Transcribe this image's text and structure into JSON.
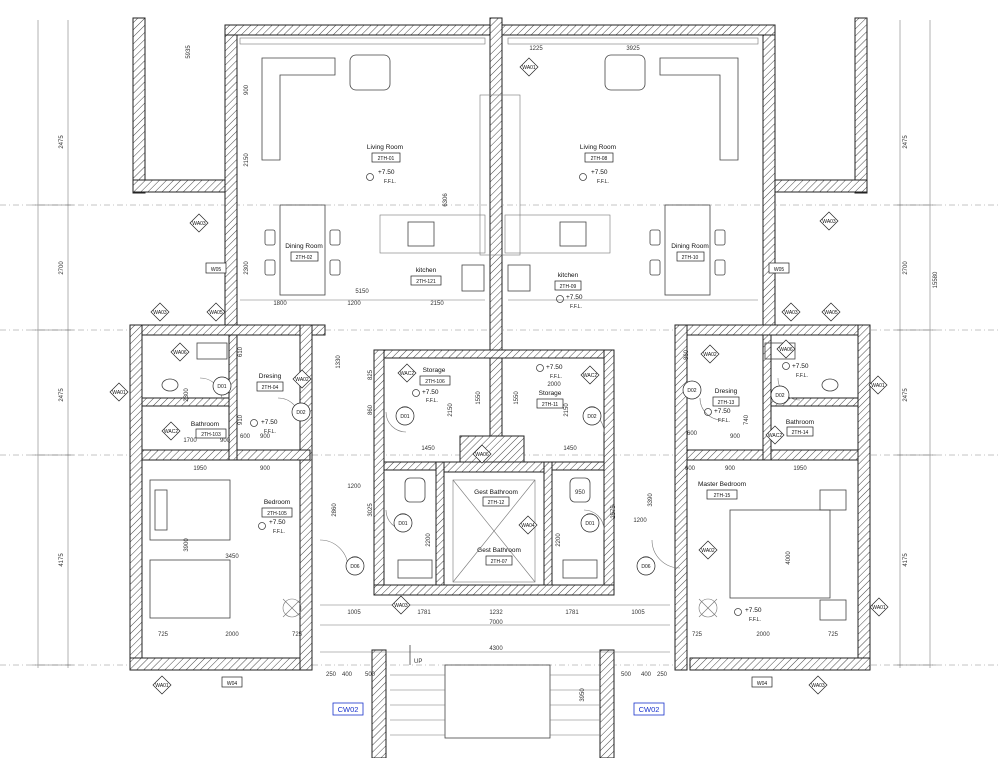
{
  "rooms": {
    "living_left": {
      "name": "Living Room",
      "code": "2TH-01",
      "level": "+7.50",
      "ffl": "F.F.L."
    },
    "living_right": {
      "name": "Living Room",
      "code": "2TH-08",
      "level": "+7.50",
      "ffl": "F.F.L."
    },
    "dining_left": {
      "name": "Dining Room",
      "code": "2TH-02"
    },
    "dining_right": {
      "name": "Dining Room",
      "code": "2TH-10"
    },
    "kitchen_left": {
      "name": "kitchen",
      "code": "2TH-121"
    },
    "kitchen_right": {
      "name": "kitchen",
      "code": "2TH-09",
      "level": "+7.50",
      "ffl": "F.F.L."
    },
    "storage_left": {
      "name": "Storage",
      "code": "2TH-106",
      "level": "+7.50",
      "ffl": "F.F.L."
    },
    "storage_right": {
      "name": "Storage",
      "code": "2TH-11",
      "level": "+7.50",
      "ffl": "F.F.L."
    },
    "dressing_left": {
      "name": "Dresing",
      "code": "2TH-04",
      "level": "+7.50",
      "ffl": "F.F.L."
    },
    "dressing_right": {
      "name": "Dresing",
      "code": "2TH-13",
      "level": "+7.50",
      "ffl": "F.F.L."
    },
    "bath_left": {
      "name": "Bathroom",
      "code": "2TH-103"
    },
    "bath_right": {
      "name": "Bathroom",
      "code": "2TH-14",
      "level": "+7.50",
      "ffl": "F.F.L."
    },
    "bedroom_left": {
      "name": "Bedroom",
      "code": "2TH-105",
      "level": "+7.50",
      "ffl": "F.F.L."
    },
    "bedroom_right": {
      "name": "Master Bedroom",
      "code": "2TH-15",
      "level": "+7.50",
      "ffl": "F.F.L."
    },
    "guest_bath_top": {
      "name": "Gest Bathroom",
      "code": "2TH-12"
    },
    "guest_bath_bottom": {
      "name": "Gest Bathroom",
      "code": "2TH-07"
    }
  },
  "tags": {
    "wa01": "WA01",
    "wa02": "WA02",
    "wa03": "WA03",
    "wa04": "WA04",
    "wa05": "WA05",
    "wa06": "WA06",
    "wac1": "WAC1",
    "wac2": "WAC2",
    "w05": "W05",
    "w04": "W04",
    "cw02": "CW02",
    "w": "W",
    "d01": "D01",
    "d02": "D02",
    "d06": "D06",
    "up": "UP"
  },
  "dims": {
    "d5935": "5935",
    "d1225": "1225",
    "d3925": "3925",
    "d2475": "2475",
    "d2700": "2700",
    "d4175": "4175",
    "d15580": "15580",
    "d900": "900",
    "d2150": "2150",
    "d6306": "6306",
    "d2300": "2300",
    "d1800": "1800",
    "d1200": "1200",
    "d5150": "5150",
    "d1330": "1330",
    "d825": "825",
    "d860": "860",
    "d2150b": "2150",
    "d1550": "1550",
    "d1450": "1450",
    "d2000": "2000",
    "d950": "950",
    "d1700": "1700",
    "d1950": "1950",
    "d3900": "3900",
    "d3450": "3450",
    "d725": "725",
    "d2860": "2860",
    "d3025": "3025",
    "d2200": "2200",
    "d2575": "2575",
    "d3390": "3390",
    "d4000": "4000",
    "d1005": "1005",
    "d1781": "1781",
    "d1232": "1232",
    "d7000": "7000",
    "d4300": "4300",
    "d250": "250",
    "d400": "400",
    "d500": "500",
    "d3950": "3950",
    "d610": "610",
    "d740": "740",
    "d600": "600",
    "d910": "910"
  }
}
